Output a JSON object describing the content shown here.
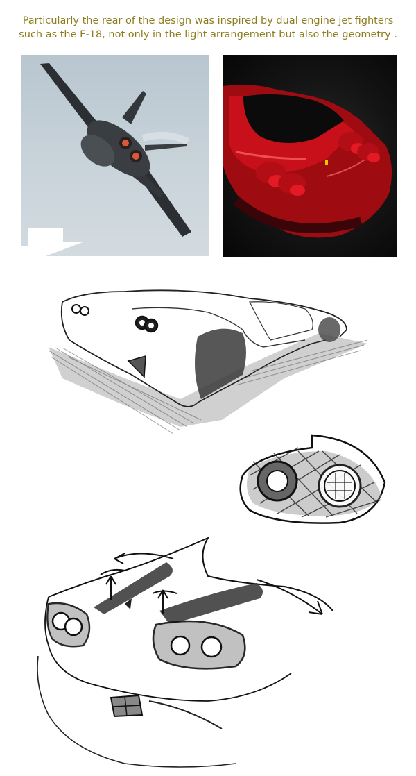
{
  "caption": {
    "line1": "Particularly the rear of the design was inspired by dual engine jet fighters",
    "line2": "such as the F-18, not only in the light arrangement but also the geometry ."
  },
  "images": {
    "jet_photo": "jet-fighter-photo",
    "car_render": "red-car-rear-render",
    "sketch_side": "car-rear-side-sketch",
    "sketch_light": "tail-light-detail-sketch",
    "sketch_rear": "car-rear-arrows-sketch"
  },
  "colors": {
    "caption": "#8c7d1e",
    "car_red": "#c8101a"
  }
}
